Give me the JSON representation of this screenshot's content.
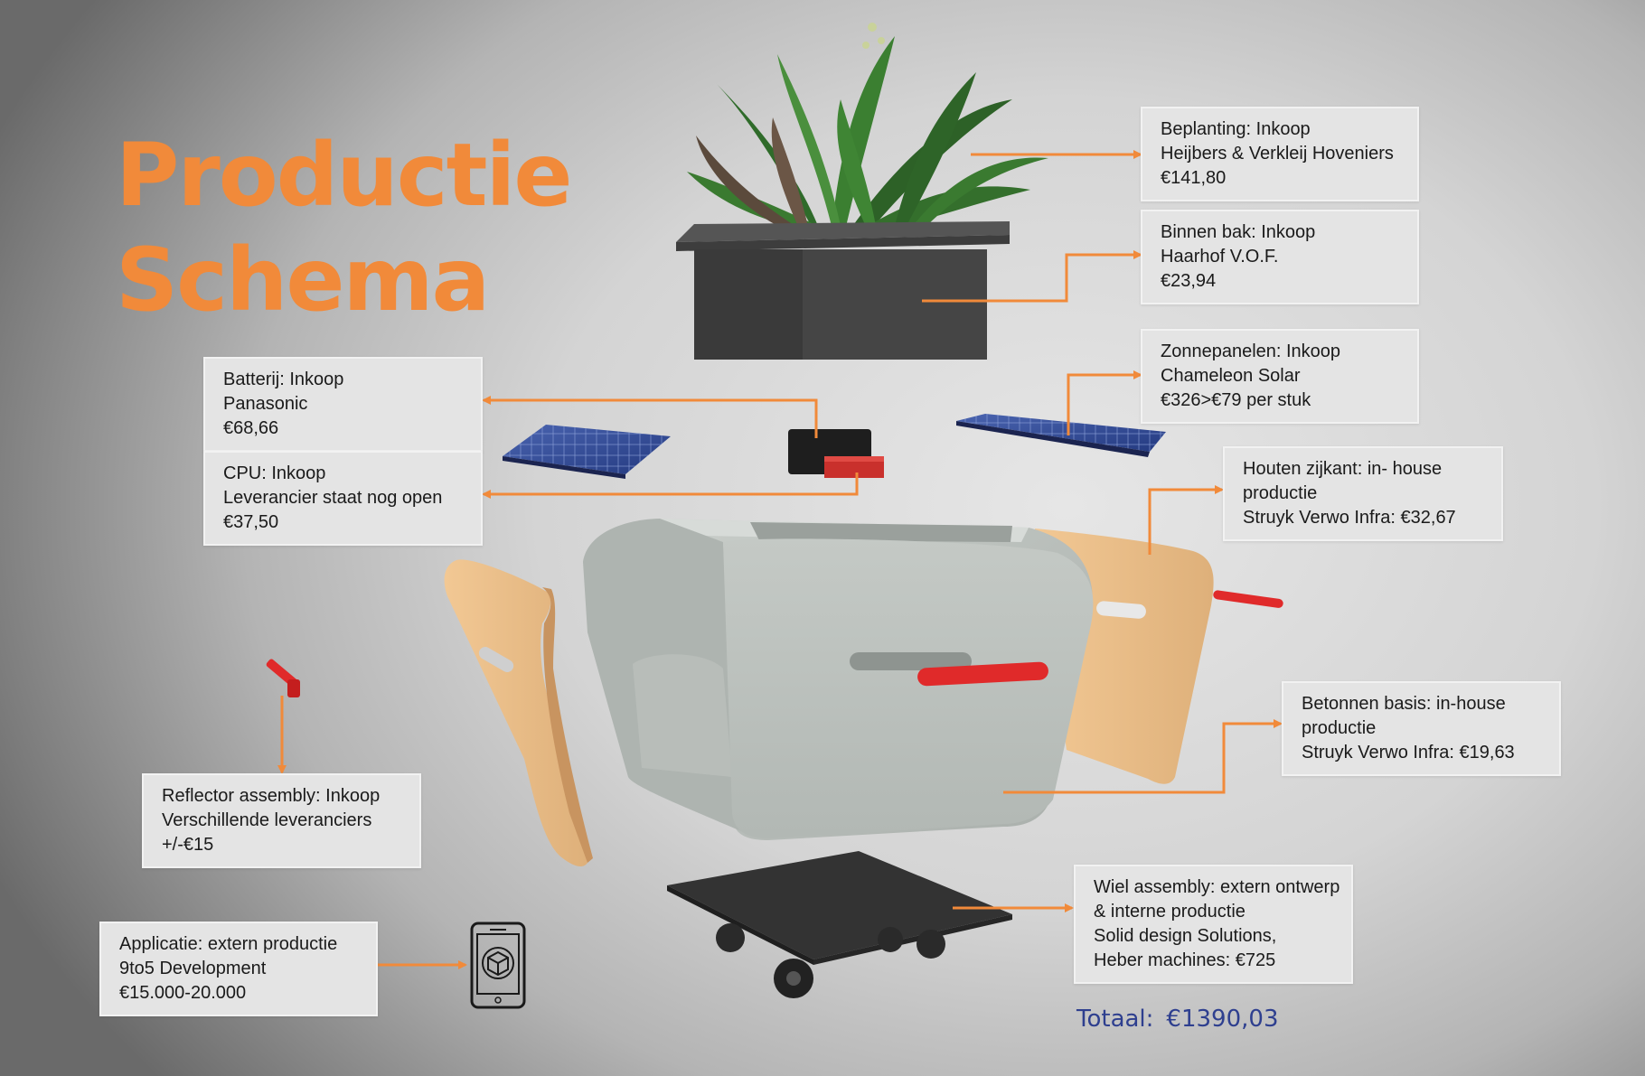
{
  "title": {
    "line1": "Productie",
    "line2": "Schema"
  },
  "accent_color": "#f18a3a",
  "total": {
    "label": "Totaal:",
    "value": "€1390,03"
  },
  "callouts": {
    "beplanting": [
      "Beplanting: Inkoop",
      "Heijbers & Verkleij Hoveniers",
      "€141,80"
    ],
    "binnen_bak": [
      "Binnen bak: Inkoop",
      "Haarhof V.O.F.",
      "€23,94"
    ],
    "zonnepanelen": [
      "Zonnepanelen: Inkoop",
      "Chameleon Solar",
      "€326>€79 per stuk"
    ],
    "batterij": [
      "Batterij: Inkoop",
      "Panasonic",
      "€68,66"
    ],
    "cpu": [
      "CPU: Inkoop",
      "Leverancier staat nog open",
      "€37,50"
    ],
    "houten_zijkant": [
      "Houten zijkant: in- house",
      "productie",
      "Struyk Verwo Infra: €32,67"
    ],
    "betonnen_basis": [
      "Betonnen basis: in-house",
      "productie",
      "Struyk Verwo Infra: €19,63"
    ],
    "reflector": [
      "Reflector assembly: Inkoop",
      "Verschillende leveranciers",
      "+/-€15"
    ],
    "applicatie": [
      "Applicatie: extern productie",
      "9to5 Development",
      "€15.000-20.000"
    ],
    "wiel": [
      "Wiel assembly: extern ontwerp",
      "& interne productie",
      "Solid design Solutions,",
      "Heber machines: €725"
    ]
  },
  "icons": [
    "phone-app-icon"
  ]
}
